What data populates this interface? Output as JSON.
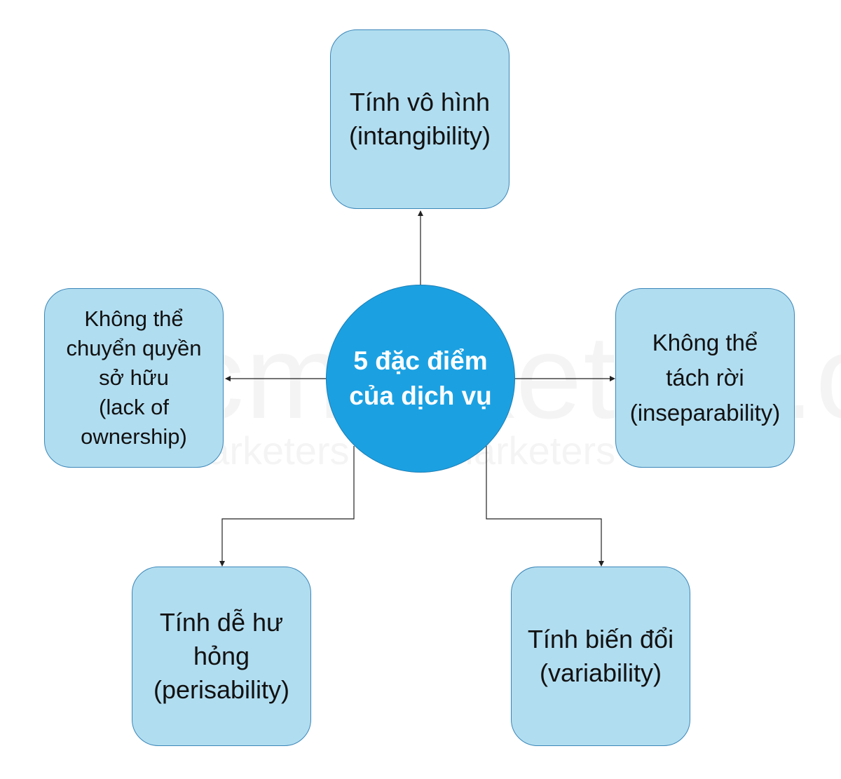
{
  "watermark": {
    "brand": "hocmarketing.org",
    "tagline": "For marketers - By marketers"
  },
  "center": {
    "label": "5 đặc điểm\ncủa dịch vụ"
  },
  "nodes": {
    "top": "Tính vô hình\n(intangibility)",
    "left": "Không thể\nchuyển quyền\nsở hữu\n(lack of\nownership)",
    "right": "Không thể\ntách rời\n(inseparability)",
    "bottom_left": "Tính dễ hư\nhỏng\n(perisability)",
    "bottom_right": "Tính biến đổi\n(variability)"
  },
  "colors": {
    "box_fill": "#b1ddf0",
    "box_border": "#3a86b8",
    "center_fill": "#1ba1e2",
    "line": "#222222"
  }
}
